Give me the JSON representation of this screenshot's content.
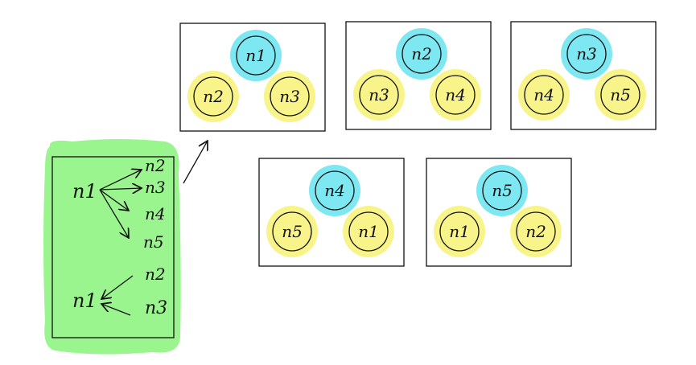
{
  "colors": {
    "cyan": "#7ee8f2",
    "yellow": "#f8f48a",
    "green": "#9af58e",
    "stroke": "#111111"
  },
  "legend_box": {
    "top_source": "n1",
    "top_targets": [
      "n2",
      "n3",
      "n4",
      "n5"
    ],
    "bottom_target": "n1",
    "bottom_sources": [
      "n2",
      "n3"
    ]
  },
  "panels": [
    {
      "center": "n1",
      "left": "n2",
      "right": "n3"
    },
    {
      "center": "n2",
      "left": "n3",
      "right": "n4"
    },
    {
      "center": "n3",
      "left": "n4",
      "right": "n5"
    },
    {
      "center": "n4",
      "left": "n5",
      "right": "n1"
    },
    {
      "center": "n5",
      "left": "n1",
      "right": "n2"
    }
  ]
}
